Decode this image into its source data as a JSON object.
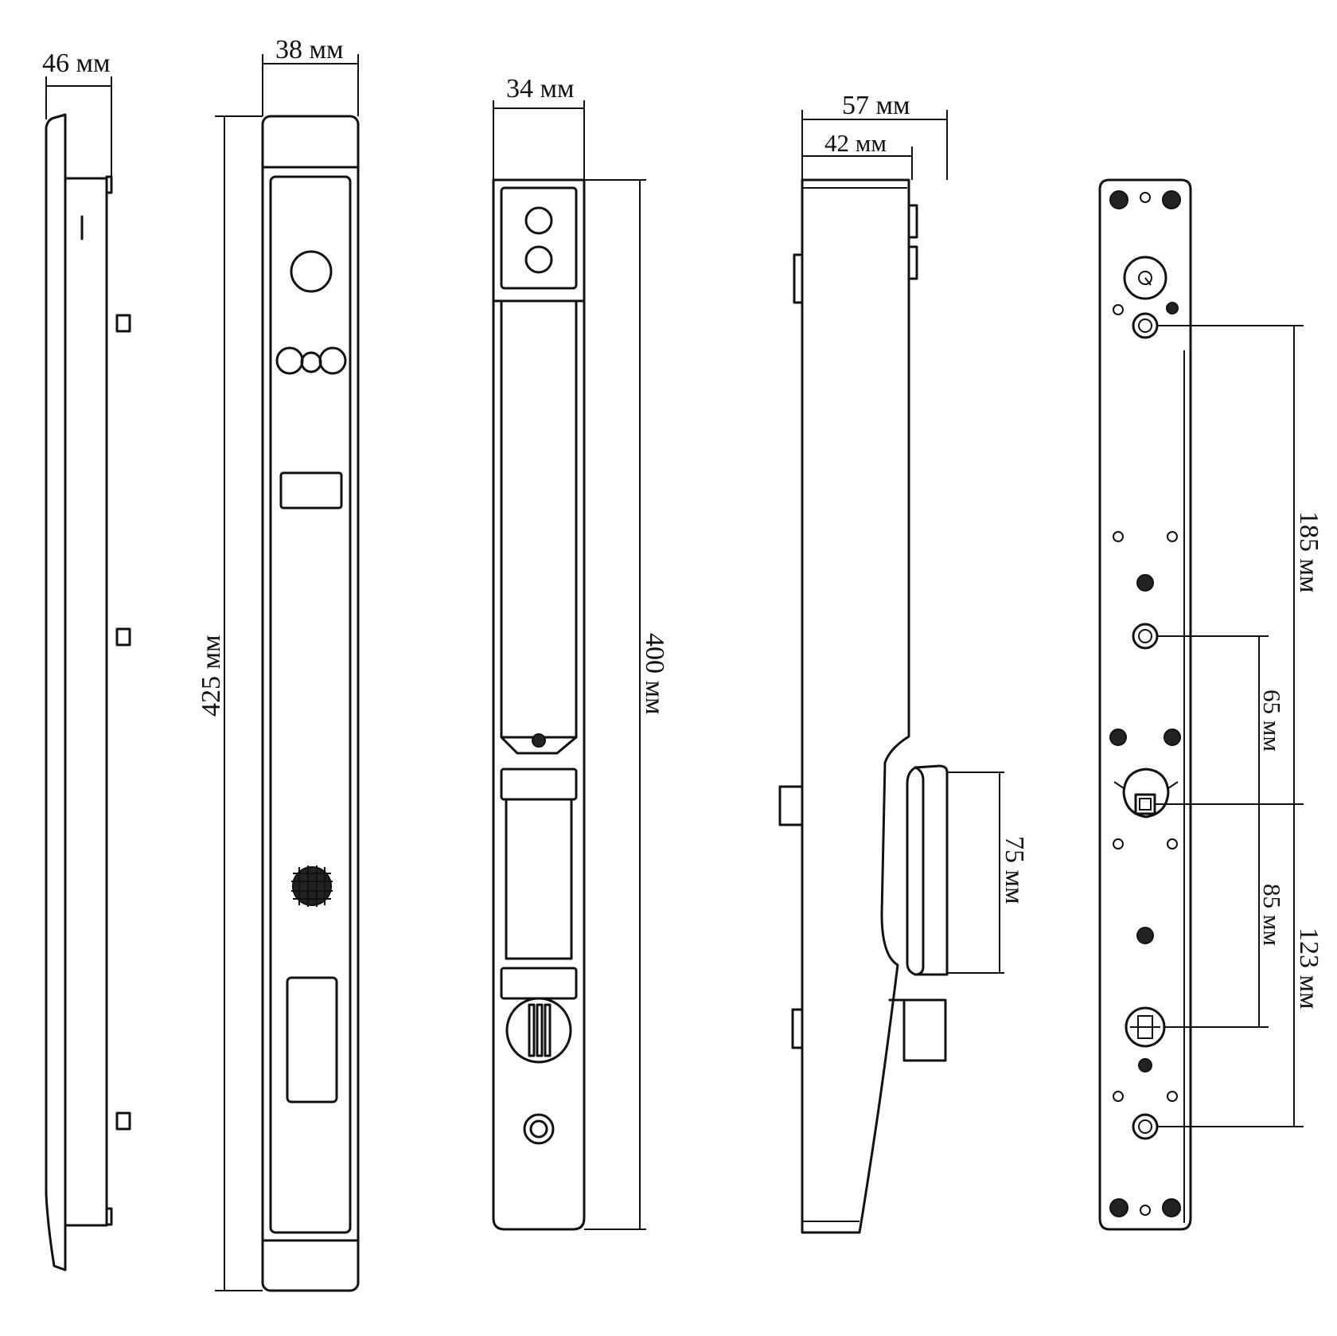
{
  "dimensions": {
    "side_view_depth": "46 мм",
    "front_width": "38 мм",
    "front_height": "425 мм",
    "back_width": "34 мм",
    "back_height": "400 мм",
    "profile_total_depth": "57 мм",
    "profile_body_depth": "42 мм",
    "handle_length": "75 мм",
    "mount_upper_spacing": "185 мм",
    "mount_middle_spacing": "65 мм",
    "mount_lower_spacing": "85 мм",
    "mount_bottom_spacing": "123 мм"
  },
  "colors": {
    "line": "#111111",
    "background": "#ffffff"
  }
}
